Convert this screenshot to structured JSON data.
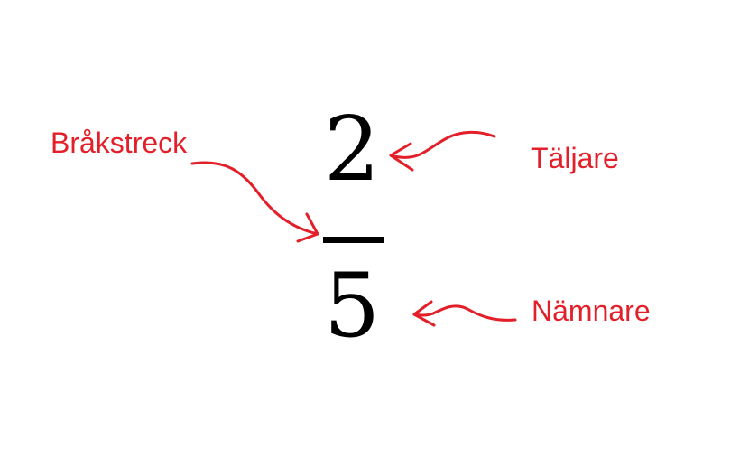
{
  "fraction": {
    "numerator": "2",
    "denominator": "5"
  },
  "labels": {
    "fraction_bar": "Bråkstreck",
    "numerator": "Täljare",
    "denominator": "Nämnare"
  },
  "colors": {
    "annotation": "#e3202a",
    "math": "#000000"
  }
}
